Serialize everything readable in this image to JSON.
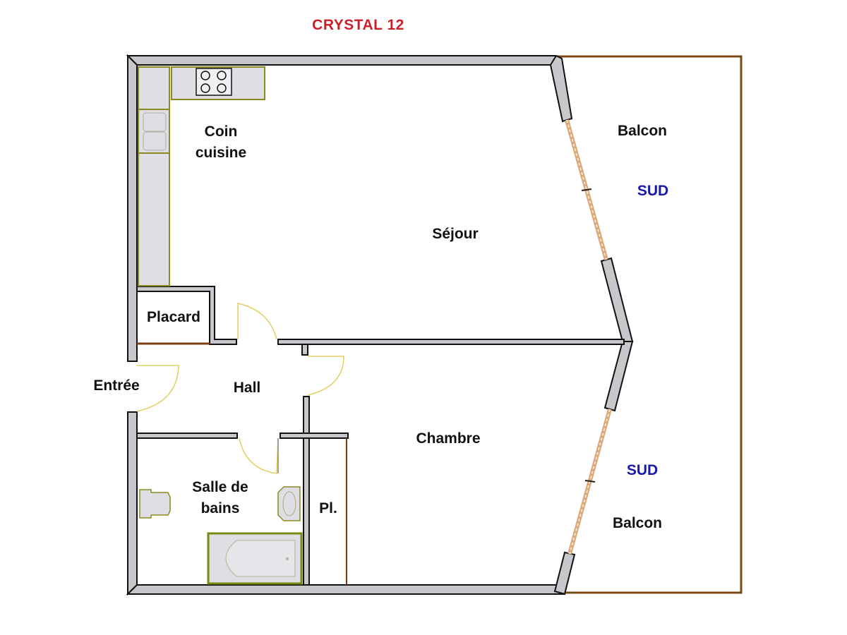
{
  "title": {
    "text": "CRYSTAL 12",
    "color": "#cc1f2a"
  },
  "colors": {
    "wall_fill": "#c8c8cc",
    "wall_stroke": "#111111",
    "fixture_fill": "#dedee4",
    "fixture_stroke": "#8a8a20",
    "window": "#d9a878",
    "balcony_edge": "#7a4a14",
    "door_arc": "#e0d060",
    "closet_door": "#7a3c10",
    "direction": "#1a1aaa"
  },
  "rooms": {
    "kitchen": {
      "line1": "Coin",
      "line2": "cuisine"
    },
    "living": "Séjour",
    "closet": "Placard",
    "entry": "Entrée",
    "hall": "Hall",
    "bedroom": "Chambre",
    "bathroom": {
      "line1": "Salle de",
      "line2": "bains"
    },
    "small_closet": "Pl.",
    "balcony_top": "Balcon",
    "balcony_bottom": "Balcon"
  },
  "orientation": {
    "top": "SUD",
    "bottom": "SUD"
  }
}
